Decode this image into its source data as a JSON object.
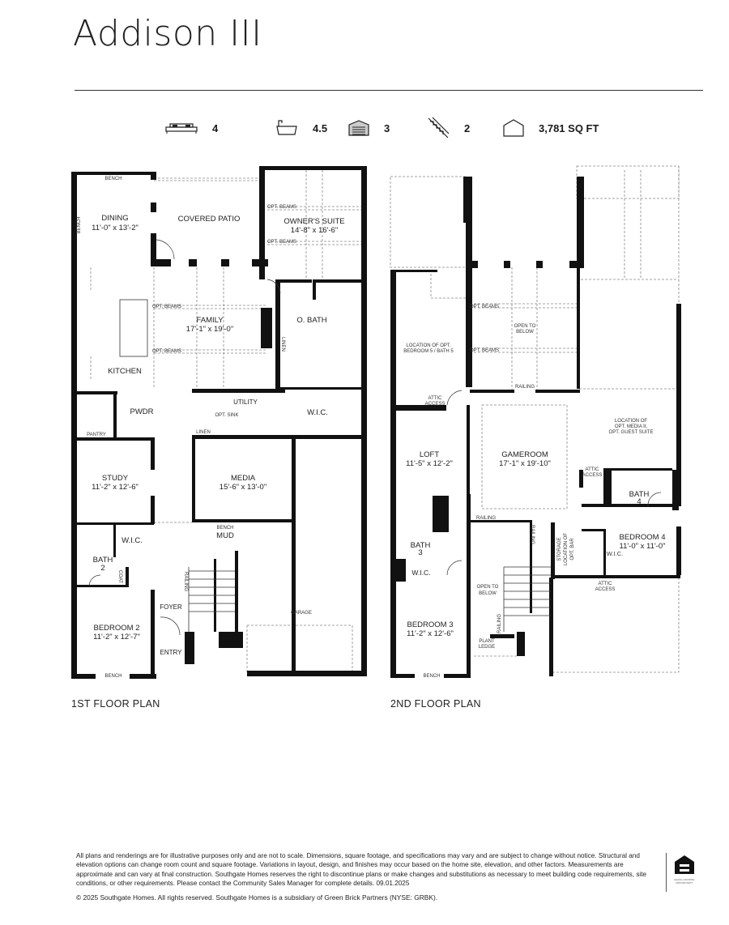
{
  "header": {
    "title": "Addison III"
  },
  "stats": [
    {
      "icon": "bed-icon",
      "value": "4"
    },
    {
      "icon": "bathtub-icon",
      "value": "4.5"
    },
    {
      "icon": "garage-icon",
      "value": "3"
    },
    {
      "icon": "stairs-icon",
      "value": "2"
    },
    {
      "icon": "house-icon",
      "value": "3,781 SQ FT"
    }
  ],
  "floor1": {
    "label": "1ST FLOOR PLAN",
    "rooms": {
      "dining": {
        "name": "DINING",
        "size": "11'-0\" x 13'-2\""
      },
      "covered_patio": {
        "name": "COVERED PATIO"
      },
      "owners_suite": {
        "name": "OWNER'S SUITE",
        "size": "14'-8\" x 16'-6\""
      },
      "family": {
        "name": "FAMILY",
        "size": "17'-1\" x 19'-0\""
      },
      "kitchen": {
        "name": "KITCHEN"
      },
      "obath": {
        "name": "O. BATH"
      },
      "pwdr": {
        "name": "PWDR"
      },
      "pantry": {
        "name": "PANTRY"
      },
      "utility": {
        "name": "UTILITY"
      },
      "opt_sink": {
        "name": "OPT. SINK"
      },
      "linen": {
        "name": "LINEN"
      },
      "linen2": {
        "name": "LINEN"
      },
      "wic": {
        "name": "W.I.C."
      },
      "study": {
        "name": "STUDY",
        "size": "11'-2\" x 12'-6\""
      },
      "media": {
        "name": "MEDIA",
        "size": "15'-6\" x 13'-0\""
      },
      "wic2": {
        "name": "W.I.C."
      },
      "bath2": {
        "name": "BATH",
        "num": "2"
      },
      "coat": {
        "name": "COAT"
      },
      "bench_mud": {
        "name": "BENCH"
      },
      "mud": {
        "name": "MUD"
      },
      "railing": {
        "name": "RAILING"
      },
      "foyer": {
        "name": "FOYER"
      },
      "garage": {
        "name": "GARAGE"
      },
      "bedroom2": {
        "name": "BEDROOM 2",
        "size": "11'-2\" x 12'-7\""
      },
      "entry": {
        "name": "ENTRY"
      },
      "bench_top": {
        "name": "BENCH"
      },
      "bench_side": {
        "name": "BENCH"
      },
      "bench_bottom": {
        "name": "BENCH"
      },
      "opt_beams": "OPT. BEAMS"
    }
  },
  "floor2": {
    "label": "2ND FLOOR PLAN",
    "rooms": {
      "opt_bed5": {
        "line1": "LOCATION OF OPT.",
        "line2": "BEDROOM 5 / BATH 5"
      },
      "open_below": {
        "line1": "OPEN TO",
        "line2": "BELOW"
      },
      "railing_top": {
        "name": "RAILING"
      },
      "attic1": {
        "line1": "ATTIC",
        "line2": "ACCESS"
      },
      "opt_media2": {
        "line1": "LOCATION OF",
        "line2": "OPT. MEDIA II,",
        "line3": "OPT. GUEST SUITE"
      },
      "loft": {
        "name": "LOFT",
        "size": "11'-5\" x 12'-2\""
      },
      "gameroom": {
        "name": "GAMEROOM",
        "size": "17'-1\" x 19'-10\""
      },
      "attic2": {
        "line1": "ATTIC",
        "line2": "ACCESS"
      },
      "bath4": {
        "name": "BATH",
        "num": "4"
      },
      "railing_mid": {
        "name": "RAILING"
      },
      "railing_v": {
        "name": "RAILING"
      },
      "storage": {
        "line1": "STORAGE",
        "line2": "LOCATION OF",
        "line3": "OPT. BAR"
      },
      "bedroom4": {
        "name": "BEDROOM 4",
        "size": "11'-0\" x 11'-0\""
      },
      "bath3": {
        "name": "BATH",
        "num": "3"
      },
      "wic3": {
        "name": "W.I.C."
      },
      "wic4": {
        "name": "W.I.C."
      },
      "open_below2": {
        "line1": "OPEN TO",
        "line2": "BELOW"
      },
      "attic3": {
        "line1": "ATTIC",
        "line2": "ACCESS"
      },
      "railing_low": {
        "name": "RAILING"
      },
      "bedroom3": {
        "name": "BEDROOM 3",
        "size": "11'-2\" x 12'-6\""
      },
      "plant_ledge": {
        "line1": "PLANT",
        "line2": "LEDGE"
      },
      "bench": {
        "name": "BENCH"
      },
      "opt_beams": "OPT. BEAMS"
    }
  },
  "footer": {
    "disclaimer": "All plans and renderings are for illustrative purposes only and are not to scale. Dimensions, square footage, and specifications may vary and are subject to change without notice. Structural and elevation options can change room count and square footage. Variations in layout, design, and finishes may occur based on the home site, elevation, and other factors. Measurements are approximate and can vary at final construction. Southgate Homes reserves the right to discontinue plans or make changes and substitutions as necessary to meet building code requirements, site conditions, or other requirements. Please contact the Community Sales Manager for complete details. 09.01.2025",
    "copyright": "© 2025 Southgate Homes. All rights reserved. Southgate Homes is a subsidiary of Green Brick Partners (NYSE: GRBK).",
    "logo_text": "EQUAL HOUSING OPPORTUNITY"
  }
}
